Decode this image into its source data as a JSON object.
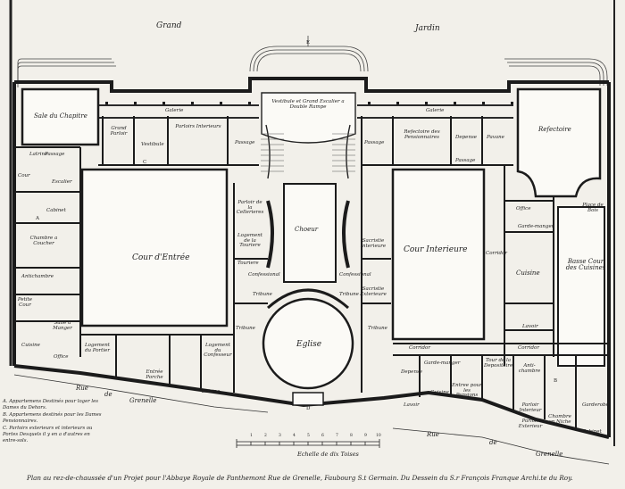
{
  "garden": {
    "left": "Grand",
    "right": "Jardin"
  },
  "axis_letter": "E",
  "rooms": {
    "salle_chapitre": "Sale du Chapitre",
    "galerie_left": "Galerie",
    "galerie_right": "Galerie",
    "vestibule": "Vestibule et Grand Escalier a Double Rampe",
    "refectoire_pens": "Refectoire des Pensionnaires",
    "depense": "Depense",
    "pavane": "Pavane",
    "refectoire": "Refectoire",
    "grand_parloir": "Grand Parloir",
    "vestibule_small": "Vestibule",
    "parloirs_int": "Parloirs Interieurs",
    "passage_1": "Passage",
    "passage_2": "Passage",
    "passage_3": "Passage",
    "passage_4": "Passage",
    "latrine": "Latrine",
    "cour_left": "Cour",
    "escalier": "Escalier",
    "cabinet_a": "Cabinet",
    "chambre_a_coucher": "Chambre a Coucher",
    "cour_entree": "Cour d'Entrée",
    "parloir_cellerieres": "Parloir de la Cellerieres",
    "logement_tour": "Logement de la Touriere",
    "touriere": "Touriere",
    "confessional_l": "Confessional",
    "confessional_r": "Confessional",
    "choeur": "Choeur",
    "sacristie_int": "Sacristie Interieure",
    "sacristie_ext": "Sacristie Exterieure",
    "cour_interieure": "Cour Interieure",
    "corridor_r": "Corridor",
    "office": "Office",
    "garde_manger": "Garde-manger",
    "place_bois": "Place de Bois",
    "cuisine": "Cuisine",
    "basse_cour": "Basse Cour des Cuisines",
    "lavoir": "Lavoir",
    "antichambre": "Antichambre",
    "petite_cour": "Petite Cour",
    "salle_manger": "Salle a Manger",
    "cuisine_a": "Cuisine",
    "office_a": "Office",
    "logement_portier": "Logement du Portier",
    "tribune_l": "Tribune",
    "tribune_r": "Tribune",
    "tribune_l2": "Tribune",
    "tribune_r2": "Tribune",
    "eglise": "Eglise",
    "logement_confesseur": "Logement du Confesseur",
    "entree_porche": "Entrée Porche",
    "latrine_b": "Latrine",
    "corridor_mid": "Corridor",
    "corridor_br": "Corridor",
    "depense_b": "Depense",
    "garde_manger_b": "Garde-manger",
    "tour_depositaire": "Tour de la Depositaire",
    "anti_chambre": "Anti-chambre",
    "cuisine_b": "Cuisine",
    "lavoir_b": "Lavoir",
    "entree_pensions": "Entree pour les Pensions",
    "garderobe": "Garderobe",
    "parloir_int": "Parloir Interieur",
    "parloir_ext": "Parloir Exterieur",
    "chambre_niche": "Chambre en Niche",
    "cabinet_b": "Cabinet"
  },
  "streets": {
    "rue_left": "Rue",
    "de_left": "de",
    "grenelle_left": "Grenelle",
    "rue_right": "Rue",
    "de_right": "de",
    "grenelle_right": "Grenelle"
  },
  "markers": {
    "a": "A",
    "b": "B",
    "c": "C",
    "d": "D"
  },
  "legend": [
    "A. Appartemens Destinés pour loger les Dames du Dehors.",
    "B. Appartemens destinés pour les Dames Pensionnaires.",
    "C. Parloirs exterieurs et interieurs ou Portes Desquels il y en a d'autres en entre-sols."
  ],
  "scale": {
    "label": "Echelle de dix Toises",
    "ticks": [
      "1",
      "2",
      "3",
      "4",
      "5",
      "6",
      "7",
      "8",
      "9",
      "10"
    ]
  },
  "caption": "Plan au rez-de-chaussée d'un Projet pour l'Abbaye Royale de Panthemont Rue de Grenelle, Faubourg S.t Germain. Du Dessein du S.r François Franque Archi.te du Roy."
}
